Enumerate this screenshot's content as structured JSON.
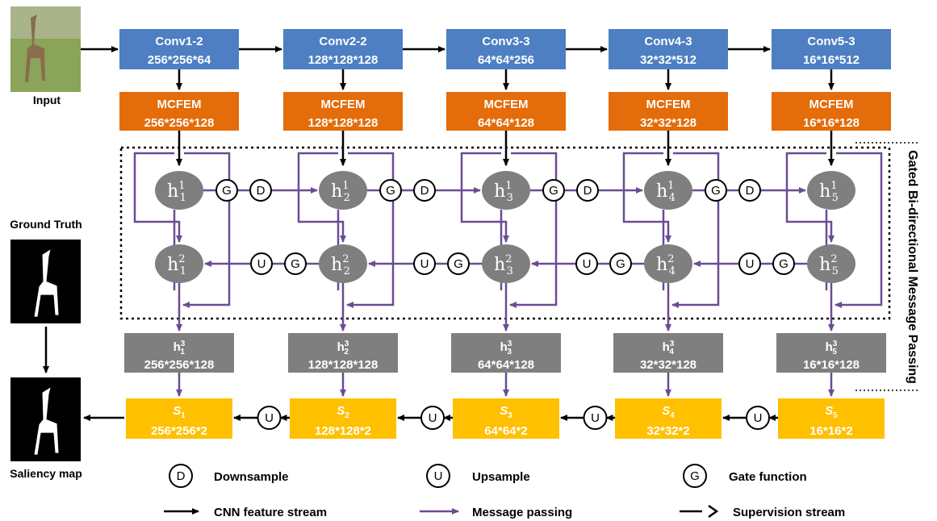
{
  "labels": {
    "input": "Input",
    "ground_truth": "Ground Truth",
    "saliency_map": "Saliency map",
    "module_title": "Gated Bi-directional Message Passing"
  },
  "stages": [
    {
      "conv_name": "Conv1-2",
      "conv_dim": "256*256*64",
      "mcfem_name": "MCFEM",
      "mcfem_dim": "256*256*128",
      "h_index": "1",
      "h3_dim": "256*256*128",
      "s_index": "1",
      "s_dim": "256*256*2"
    },
    {
      "conv_name": "Conv2-2",
      "conv_dim": "128*128*128",
      "mcfem_name": "MCFEM",
      "mcfem_dim": "128*128*128",
      "h_index": "2",
      "h3_dim": "128*128*128",
      "s_index": "2",
      "s_dim": "128*128*2"
    },
    {
      "conv_name": "Conv3-3",
      "conv_dim": "64*64*256",
      "mcfem_name": "MCFEM",
      "mcfem_dim": "64*64*128",
      "h_index": "3",
      "h3_dim": "64*64*128",
      "s_index": "3",
      "s_dim": "64*64*2"
    },
    {
      "conv_name": "Conv4-3",
      "conv_dim": "32*32*512",
      "mcfem_name": "MCFEM",
      "mcfem_dim": "32*32*128",
      "h_index": "4",
      "h3_dim": "32*32*128",
      "s_index": "4",
      "s_dim": "32*32*2"
    },
    {
      "conv_name": "Conv5-3",
      "conv_dim": "16*16*512",
      "mcfem_name": "MCFEM",
      "mcfem_dim": "16*16*128",
      "h_index": "5",
      "h3_dim": "16*16*128",
      "s_index": "5",
      "s_dim": "16*16*2"
    }
  ],
  "ops": {
    "downsample": "D",
    "upsample": "U",
    "gate": "G"
  },
  "legend": {
    "downsample": "Downsample",
    "upsample": "Upsample",
    "gate": "Gate function",
    "cnn_stream": "CNN feature stream",
    "message_passing": "Message passing",
    "supervision": "Supervision stream"
  },
  "colors": {
    "conv": "#4d7fc2",
    "mcfem": "#e46c0a",
    "node": "#7f7f7f",
    "h3": "#7f7f7f",
    "saliency": "#ffc000",
    "message": "#6a4c93",
    "arrow": "#000000"
  }
}
